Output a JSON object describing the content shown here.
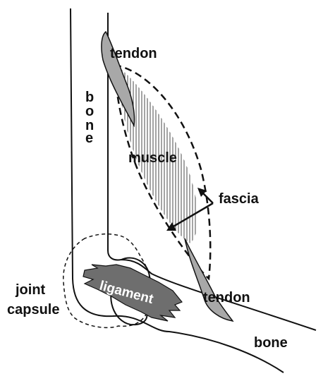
{
  "labels": {
    "tendon_top": "tendon",
    "bone_vertical": [
      "b",
      "o",
      "n",
      "e"
    ],
    "muscle": "muscle",
    "fascia": "fascia",
    "ligament": "ligament",
    "joint_line1": "joint",
    "joint_line2": "capsule",
    "tendon_bottom": "tendon",
    "bone_lower": "bone"
  },
  "colors": {
    "outline": "#111111",
    "tendon_fill": "#a8a8a8",
    "ligament_fill": "#6e6e6e",
    "muscle_hatch": "#4a4a4a",
    "background": "#ffffff"
  }
}
